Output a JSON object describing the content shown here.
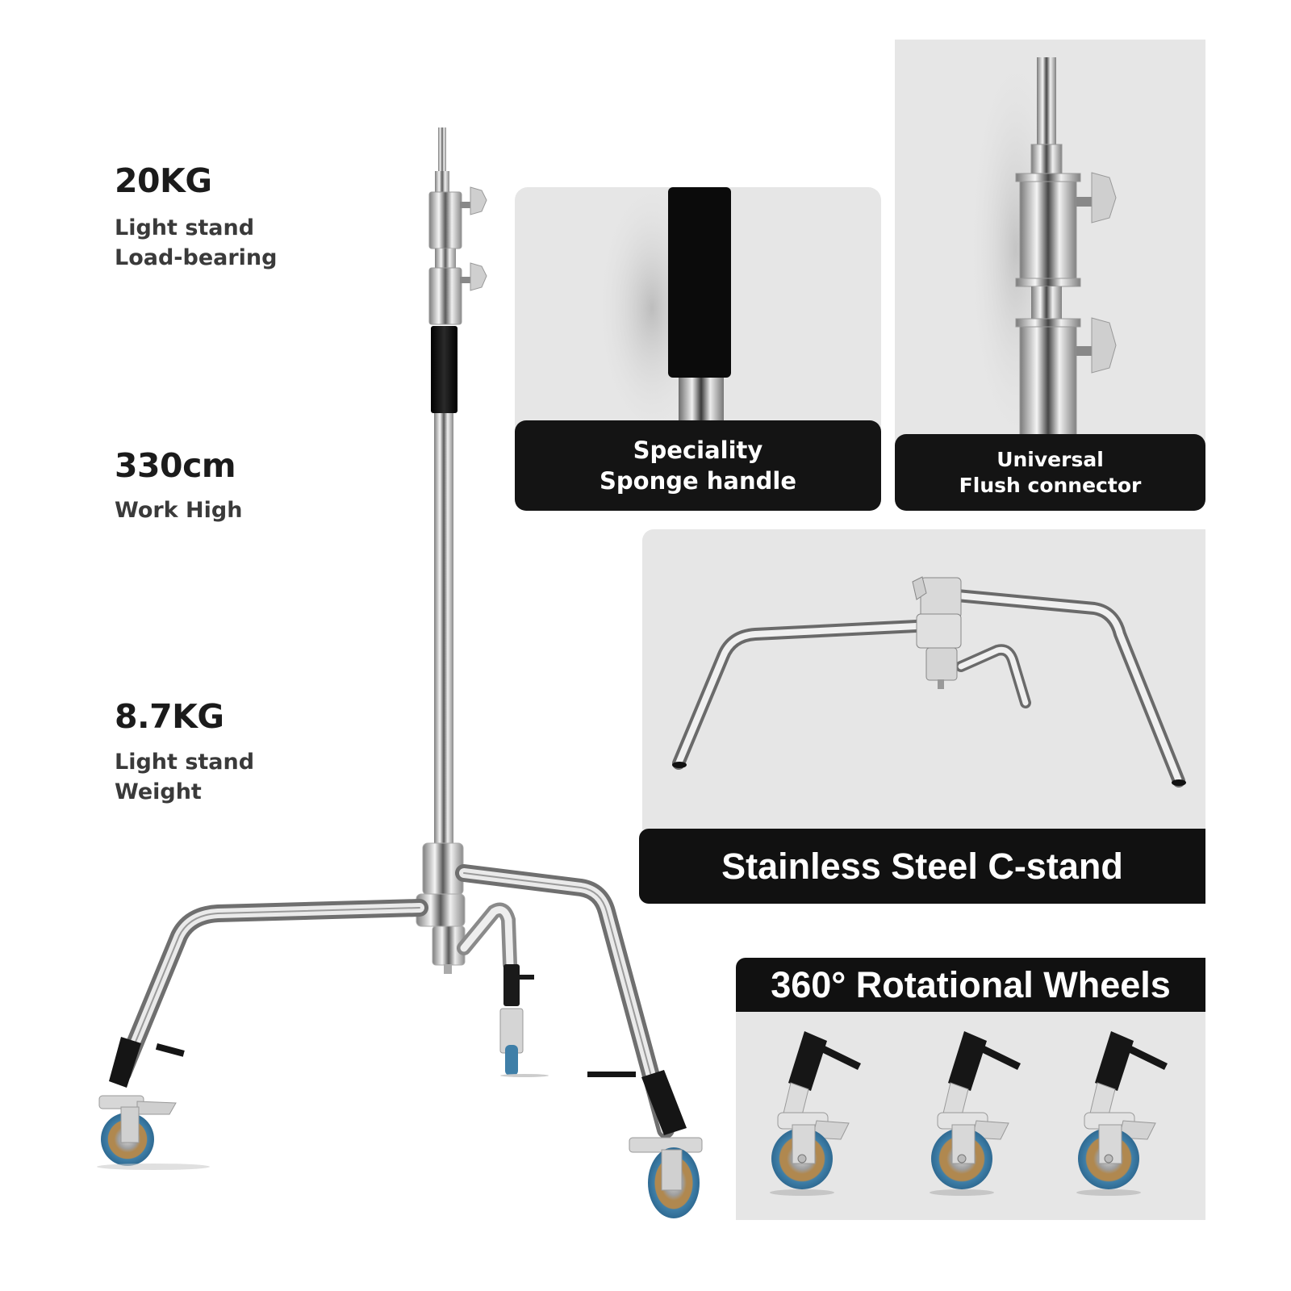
{
  "specs": [
    {
      "value": "20KG",
      "label_lines": [
        "Light stand",
        "Load-bearing"
      ]
    },
    {
      "value": "330cm",
      "label_lines": [
        "Work High"
      ]
    },
    {
      "value": "8.7KG",
      "label_lines": [
        "Light stand",
        "Weight"
      ]
    }
  ],
  "features": {
    "sponge_handle": {
      "lines": [
        "Speciality",
        "Sponge handle"
      ]
    },
    "flush_connector": {
      "lines": [
        "Universal",
        "Flush connector"
      ]
    },
    "c_stand": {
      "title": "Stainless Steel C-stand"
    },
    "wheels": {
      "title": "360° Rotational Wheels",
      "count": 3
    }
  },
  "colors": {
    "caption_bg": "#141414",
    "panel_bg": "#e6e6e6",
    "steel_light": "#f2f2f2",
    "steel_dark": "#8a8a8a",
    "sponge": "#111111",
    "wheel_blue": "#3f7fa8",
    "wheel_tan": "#b0884f"
  }
}
